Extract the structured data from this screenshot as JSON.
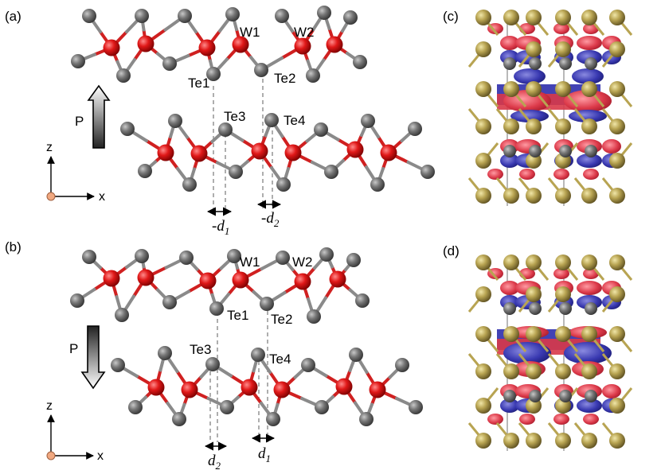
{
  "panels": {
    "a": {
      "label": "(a)",
      "polarization": "P",
      "atoms": {
        "w1": "W1",
        "w2": "W2",
        "te1": "Te1",
        "te2": "Te2",
        "te3": "Te3",
        "te4": "Te4"
      },
      "shifts": {
        "left": {
          "prefix": "-",
          "d": "d",
          "sub": "1"
        },
        "right": {
          "prefix": "-",
          "d": "d",
          "sub": "2"
        }
      },
      "axes": {
        "z": "z",
        "x": "x"
      }
    },
    "b": {
      "label": "(b)",
      "polarization": "P",
      "atoms": {
        "w1": "W1",
        "w2": "W2",
        "te1": "Te1",
        "te2": "Te2",
        "te3": "Te3",
        "te4": "Te4"
      },
      "shifts": {
        "left": {
          "prefix": "",
          "d": "d",
          "sub": "2"
        },
        "right": {
          "prefix": "",
          "d": "d",
          "sub": "1"
        }
      },
      "axes": {
        "z": "z",
        "x": "x"
      }
    },
    "c": {
      "label": "(c)"
    },
    "d": {
      "label": "(d)"
    }
  },
  "colors": {
    "tungsten": "#e01818",
    "tellurium": "#6e6e6e",
    "te_gold": "#b8a452",
    "isosurface_positive": "#d83848",
    "isosurface_negative": "#3838b0",
    "bond": "#8a8a8a",
    "guide": "#9a9a9a"
  }
}
